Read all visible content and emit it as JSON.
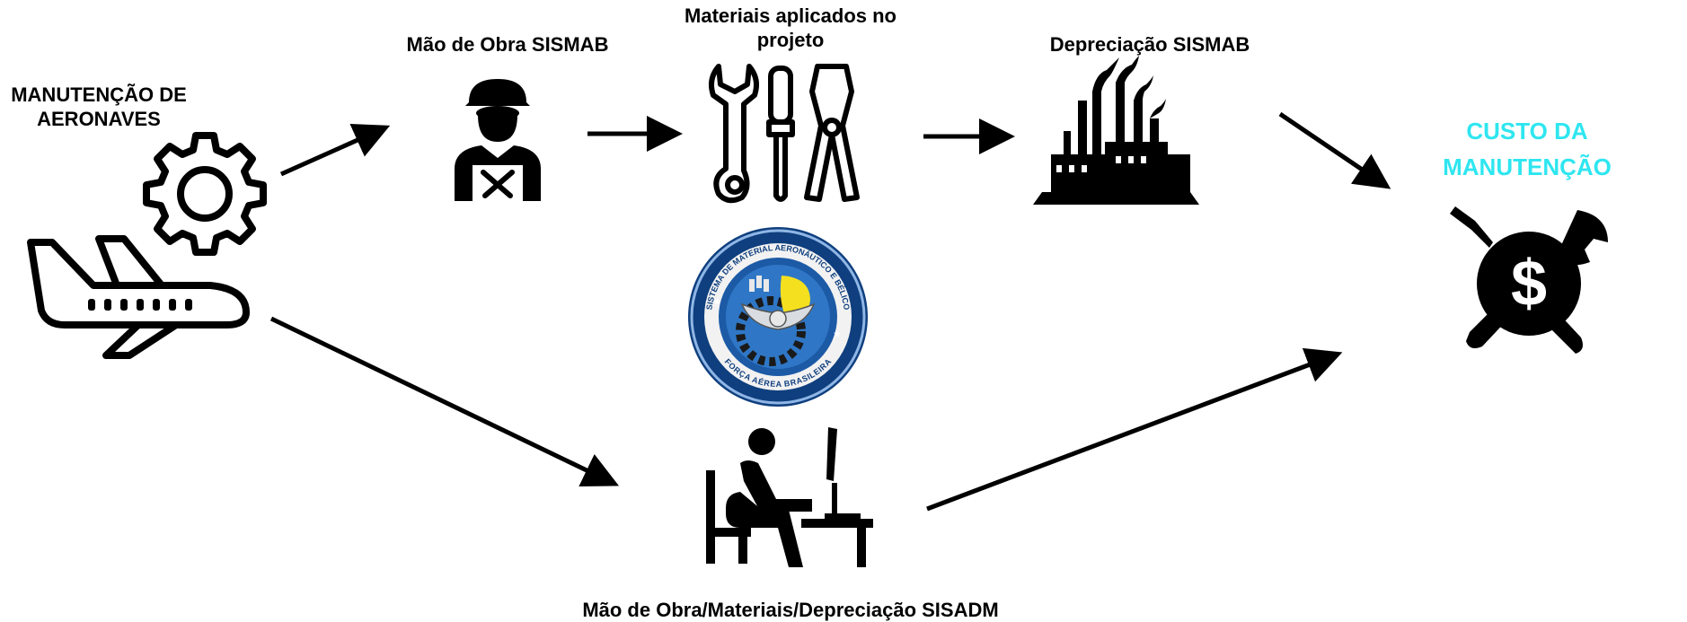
{
  "labels": {
    "start": "MANUTENÇÃO DE AERONAVES",
    "labor_sismab": "Mão de Obra SISMAB",
    "materials": "Materiais aplicados no projeto",
    "depreciation_sismab": "Depreciação SISMAB",
    "result": "CUSTO DA MANUTENÇÃO",
    "sisadm": "Mão de Obra/Materiais/Depreciação  SISADM"
  },
  "emblem": {
    "ring_text": "SISTEMA DE MATERIAL AERONÁUTICO E BÉLICO",
    "bottom_text": "FORÇA AÉREA BRASILEIRA"
  },
  "colors": {
    "result": "#2ee6f0",
    "emblem_blue": "#1c5aa6",
    "emblem_yellow": "#f4e01f"
  },
  "icons": [
    "gear-icon",
    "airplane-icon",
    "worker-icon",
    "tools-icon",
    "factory-icon",
    "emblem-icon",
    "office-worker-icon",
    "cost-tools-icon"
  ]
}
